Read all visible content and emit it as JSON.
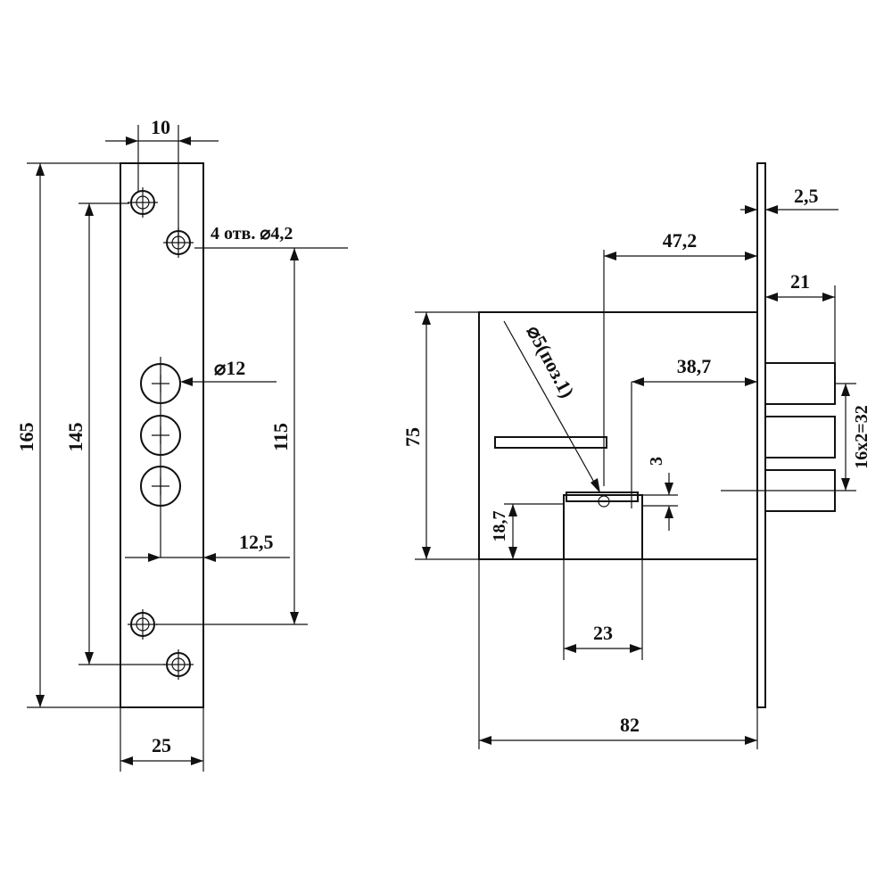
{
  "front_view": {
    "width": "10",
    "holes_spec": "4 отв. ⌀4,2",
    "cylinder_hole": "⌀12",
    "height_overall": "165",
    "height_holes_outer": "145",
    "height_holes_inner": "115",
    "cylinder_offset": "12,5",
    "plate_width": "25"
  },
  "side_view": {
    "faceplate_thickness": "2,5",
    "backset_to_key": "47,2",
    "bolt_projection": "21",
    "backset_to_spindle": "38,7",
    "bolt_spacing": "16x2=32",
    "body_height": "75",
    "pin_note": "⌀5(поз.1)",
    "key_slot": "3",
    "key_height": "18,7",
    "key_width": "23",
    "body_depth": "82"
  }
}
